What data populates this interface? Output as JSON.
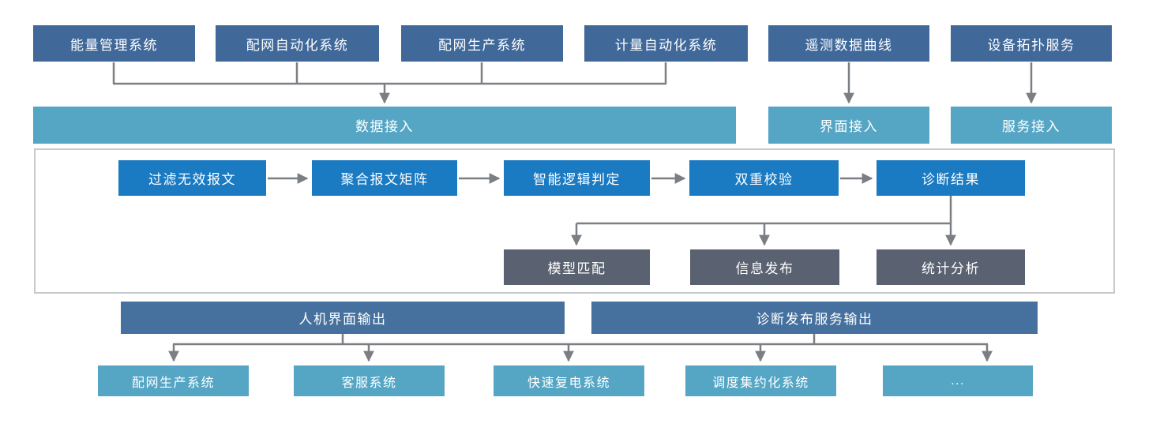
{
  "diagram": {
    "sources": [
      {
        "label": "能量管理系统"
      },
      {
        "label": "配网自动化系统"
      },
      {
        "label": "配网生产系统"
      },
      {
        "label": "计量自动化系统"
      },
      {
        "label": "遥测数据曲线"
      },
      {
        "label": "设备拓扑服务"
      }
    ],
    "access": [
      {
        "label": "数据接入"
      },
      {
        "label": "界面接入"
      },
      {
        "label": "服务接入"
      }
    ],
    "pipeline": [
      {
        "label": "过滤无效报文"
      },
      {
        "label": "聚合报文矩阵"
      },
      {
        "label": "智能逻辑判定"
      },
      {
        "label": "双重校验"
      },
      {
        "label": "诊断结果"
      }
    ],
    "results": [
      {
        "label": "模型匹配"
      },
      {
        "label": "信息发布"
      },
      {
        "label": "统计分析"
      }
    ],
    "outputs": [
      {
        "label": "人机界面输出"
      },
      {
        "label": "诊断发布服务输出"
      }
    ],
    "consumers": [
      {
        "label": "配网生产系统"
      },
      {
        "label": "客服系统"
      },
      {
        "label": "快速复电系统"
      },
      {
        "label": "调度集约化系统"
      },
      {
        "label": "..."
      }
    ],
    "colors": {
      "source_box": "#40699a",
      "access_box": "#55a5c4",
      "pipeline_box": "#1a7ac2",
      "result_box": "#5a6170",
      "output_box": "#46719e",
      "consumer_box": "#55a5c4",
      "connector": "#7b7e82",
      "frame_border": "#c7cacc",
      "text": "#ffffff"
    }
  }
}
